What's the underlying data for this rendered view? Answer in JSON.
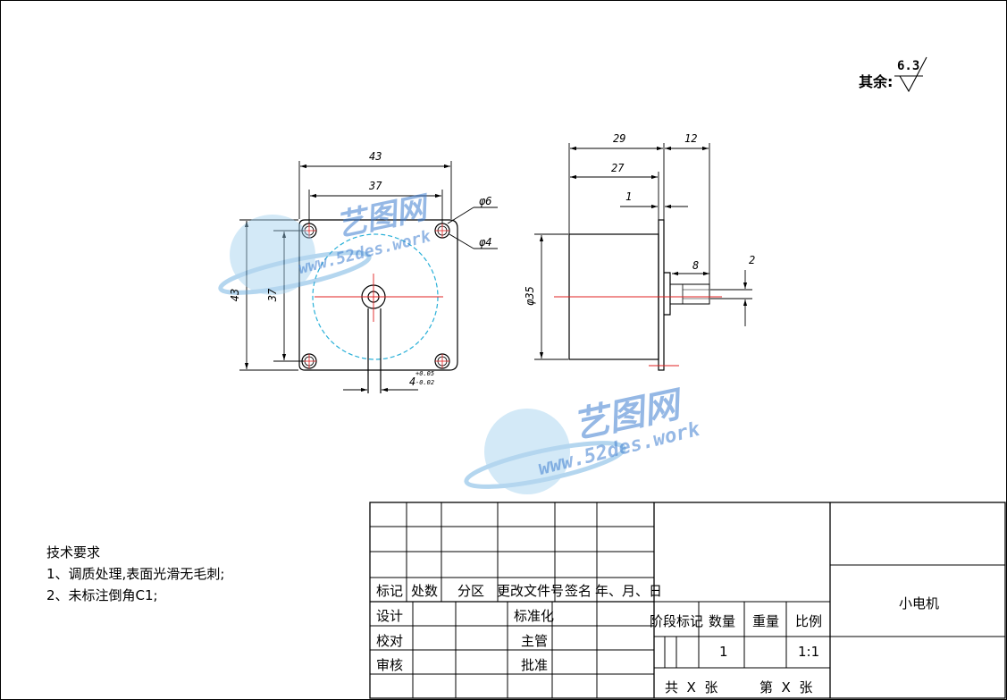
{
  "roughness": {
    "label": "其余:",
    "value": "6.3"
  },
  "tech_requirements": {
    "title": "技术要求",
    "items": [
      "1、调质处理,表面光滑无毛刺;",
      "2、未标注倒角C1;"
    ]
  },
  "front_view_dims": {
    "width_outer": "43",
    "hole_spacing_h": "37",
    "height_outer": "43",
    "hole_spacing_v": "37",
    "hole_dia_large": "φ6",
    "hole_dia_small": "φ4",
    "bottom_tol_sup": "+0.05",
    "bottom_tol_main": "4",
    "bottom_tol_sub": "-0.02"
  },
  "side_view_dims": {
    "len_29": "29",
    "len_12": "12",
    "len_27": "27",
    "flange_1": "1",
    "body_dia": "φ35",
    "shaft_8": "8",
    "shaft_2": "2"
  },
  "watermark": {
    "title": "艺图网",
    "url": "www.52des.work"
  },
  "title_block": {
    "rev_headers": [
      "标记",
      "处数",
      "分区",
      "更改文件号",
      "签名",
      "年、月、日"
    ],
    "roles": [
      "设计",
      "校对",
      "审核"
    ],
    "approvals": [
      "标准化",
      "主管",
      "批准"
    ],
    "stage_headers": [
      "阶段标记",
      "数量",
      "重量",
      "比例"
    ],
    "quantity": "1",
    "scale": "1:1",
    "sheets_total": "共  X  张",
    "sheet_num": "第  X  张",
    "part_name": "小电机"
  }
}
